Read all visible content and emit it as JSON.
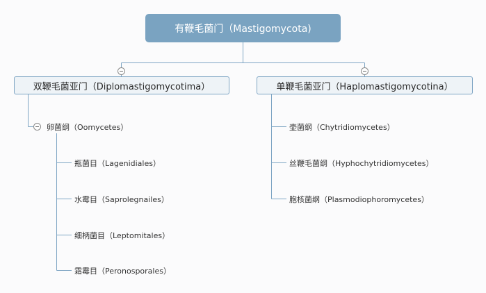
{
  "root": {
    "label": "有鞭毛菌门（Mastigomycota)"
  },
  "subphyla": [
    {
      "label": "双鞭毛菌亚门（Diplomastigomycotima）",
      "classes": [
        {
          "label": "卵菌纲（Oomycetes）",
          "orders": [
            {
              "label": "瓶菌目（Lagenidiales）"
            },
            {
              "label": "水霉目（Saprolegnailes）"
            },
            {
              "label": "细柄菌目（Leptomitales）"
            },
            {
              "label": "霜霉目（Peronosporales）"
            }
          ]
        }
      ]
    },
    {
      "label": "单鞭毛菌亚门（Haplomastigomycotina）",
      "classes": [
        {
          "label": "壶菌纲（Chytridiomycetes）"
        },
        {
          "label": "丝鞭毛菌纲（Hyphochytridiomycetes）"
        },
        {
          "label": "胞核菌纲（Plasmodiophoromycetes）"
        }
      ]
    }
  ],
  "colors": {
    "root_fill": "#7aa3c1",
    "node_fill": "#eef3f7",
    "node_border": "#7da4c3",
    "connector": "#7da4c3"
  },
  "icons": {
    "collapse": "collapse-minus-icon"
  }
}
